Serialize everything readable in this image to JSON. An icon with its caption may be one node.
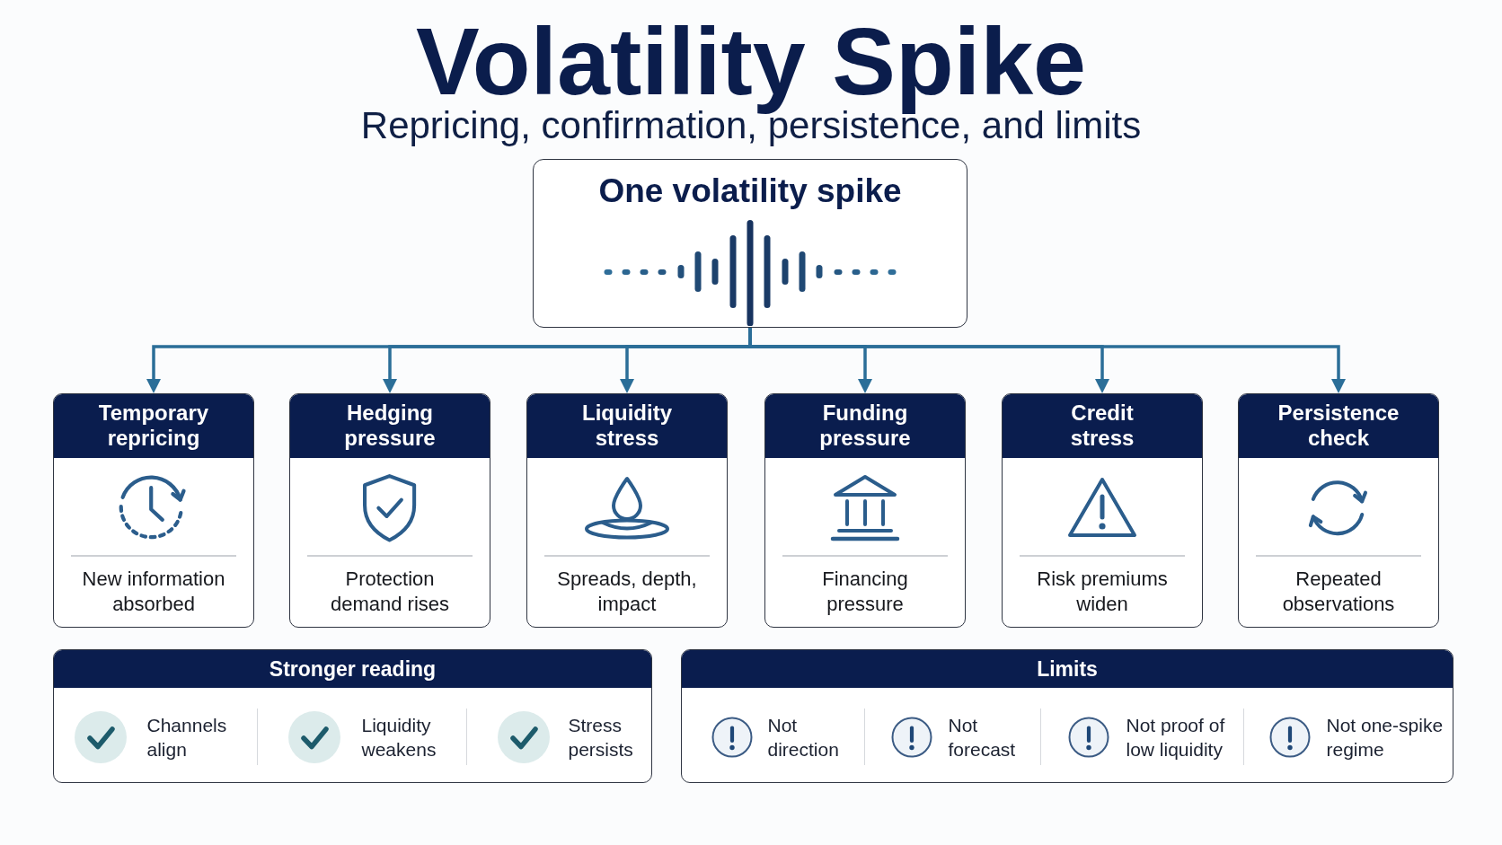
{
  "diagram": {
    "title": "Volatility Spike",
    "nodes": [
      {
        "text": [
          "One volatility spike"
        ]
      },
      {
        "text": [
          "Temporary repricing",
          "New information absorbed"
        ]
      },
      {
        "text": [
          "Hedging pressure",
          "Protection demand rises"
        ]
      },
      {
        "text": [
          "Liquidity stress",
          "Spreads, depth, impact"
        ]
      },
      {
        "text": [
          "Funding pressure",
          "Financing pressure"
        ]
      },
      {
        "text": [
          "Credit stress",
          "Risk premiums widen"
        ]
      },
      {
        "text": [
          "Persistence check",
          "Repeated observations"
        ]
      },
      {
        "text": [
          "Stronger reading",
          "Channels align",
          "Liquidity weakens",
          "Stress persists"
        ]
      },
      {
        "text": [
          "Limits",
          "Not direction",
          "Not forecast",
          "Not proof of low liquidity",
          "Not one-spike regime"
        ]
      }
    ],
    "edges": [
      {
        "from": 0,
        "to": 1,
        "arrow": "to"
      },
      {
        "from": 0,
        "to": 2,
        "arrow": "to"
      },
      {
        "from": 0,
        "to": 3,
        "arrow": "to"
      },
      {
        "from": 0,
        "to": 4,
        "arrow": "to"
      },
      {
        "from": 0,
        "to": 5,
        "arrow": "to"
      },
      {
        "from": 0,
        "to": 6,
        "arrow": "to"
      }
    ],
    "labels": [
      "Repricing, confirmation, persistence, and limits"
    ]
  }
}
